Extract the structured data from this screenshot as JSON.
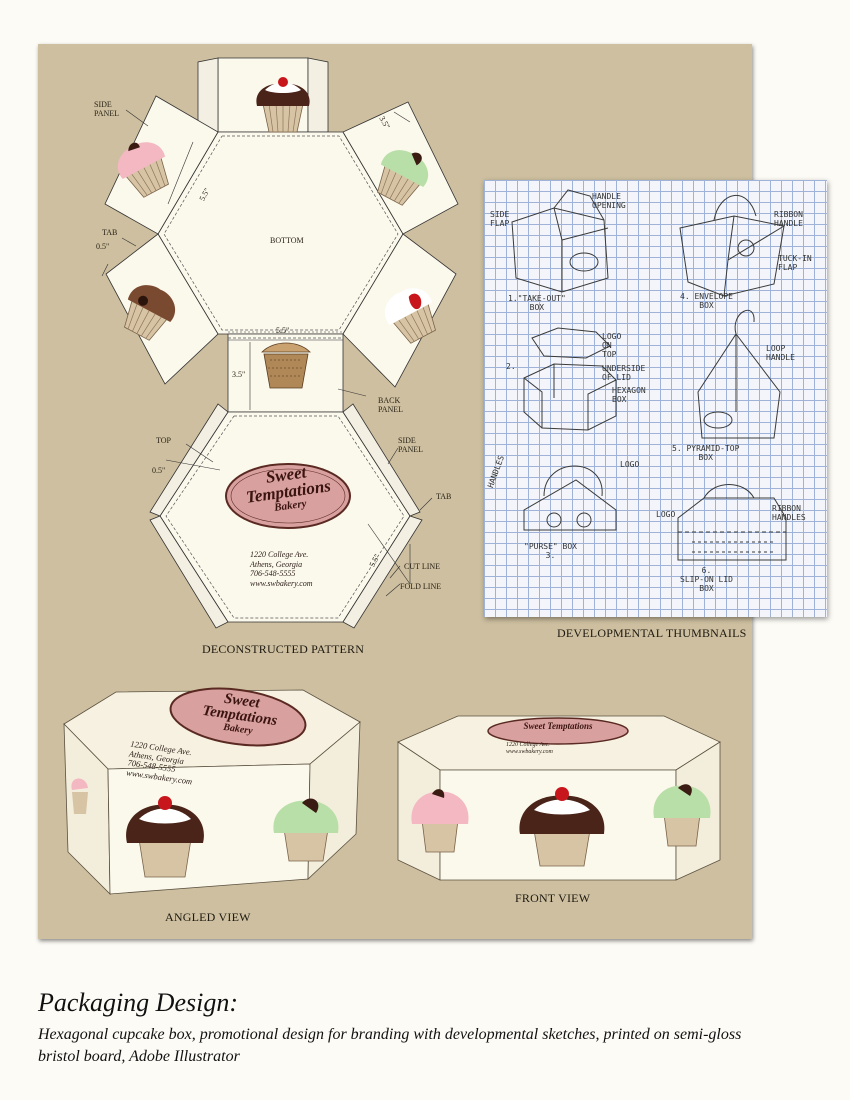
{
  "pattern": {
    "labels": {
      "side_panel_left": "SIDE\nPANEL",
      "tab_left": "TAB",
      "bottom": "BOTTOM",
      "back_panel": "BACK\nPANEL",
      "top": "TOP",
      "side_panel_right": "SIDE\nPANEL",
      "tab_right": "TAB",
      "cut_line": "CUT LINE",
      "fold_line": "FOLD LINE"
    },
    "dimensions": {
      "d_55_side": "5.5\"",
      "d_35_side": "3.5\"",
      "d_05_tab": "0.5\"",
      "d_55_back": "5.5\"",
      "d_35_back": "3.5\"",
      "d_05_top": "0.5\"",
      "d_55_top": "5.5\""
    },
    "caption": "DECONSTRUCTED PATTERN"
  },
  "logo": {
    "line1": "Sweet",
    "line2": "Temptations",
    "line3": "Bakery"
  },
  "address": {
    "street": "1220 College Ave.",
    "city": "Athens, Georgia",
    "phone": "706-548-5555",
    "web": "www.swbakery.com"
  },
  "thumbnails": {
    "caption": "DEVELOPMENTAL THUMBNAILS",
    "notes": {
      "side_flap": "SIDE\nFLAP",
      "handle_opening": "HANDLE\nOPENING",
      "takeout": "1.\"TAKE-OUT\"\nBOX",
      "ribbon_handle": "RIBBON\nHANDLE",
      "tuck_in_flap": "TUCK-IN\nFLAP",
      "envelope": "4. ENVELOPE\nBOX",
      "logo_on_top": "LOGO\nON\nTOP",
      "underside_lid": "UNDERSIDE\nOF LID",
      "hexagon": "HEXAGON\nBOX",
      "num2": "2.",
      "loop_handle": "LOOP\nHANDLE",
      "pyramid": "5. PYRAMID-TOP\nBOX",
      "handles": "HANDLES",
      "logo3": "LOGO",
      "purse": "\"PURSE\" BOX\n3.",
      "logo6": "LOGO",
      "ribbon_handles": "RIBBON\nHANDLES",
      "slip_on": "6.\nSLIP-ON LID\nBOX"
    }
  },
  "views": {
    "angled": "ANGLED VIEW",
    "front": "FRONT VIEW"
  },
  "footer": {
    "title": "Packaging Design:",
    "description": "Hexagonal cupcake box, promotional design for branding with developmental sketches, printed on semi-gloss bristol board, Adobe Illustrator"
  },
  "colors": {
    "board": "#cdbf9f",
    "panel": "#fbf8ec",
    "logo_oval": "#d9a0a0",
    "chocolate": "#4a2418",
    "pink_frosting": "#f3b8c2",
    "green_frosting": "#b9dfa8",
    "cherry": "#c8161d",
    "wrapper": "#d7c4a5"
  }
}
